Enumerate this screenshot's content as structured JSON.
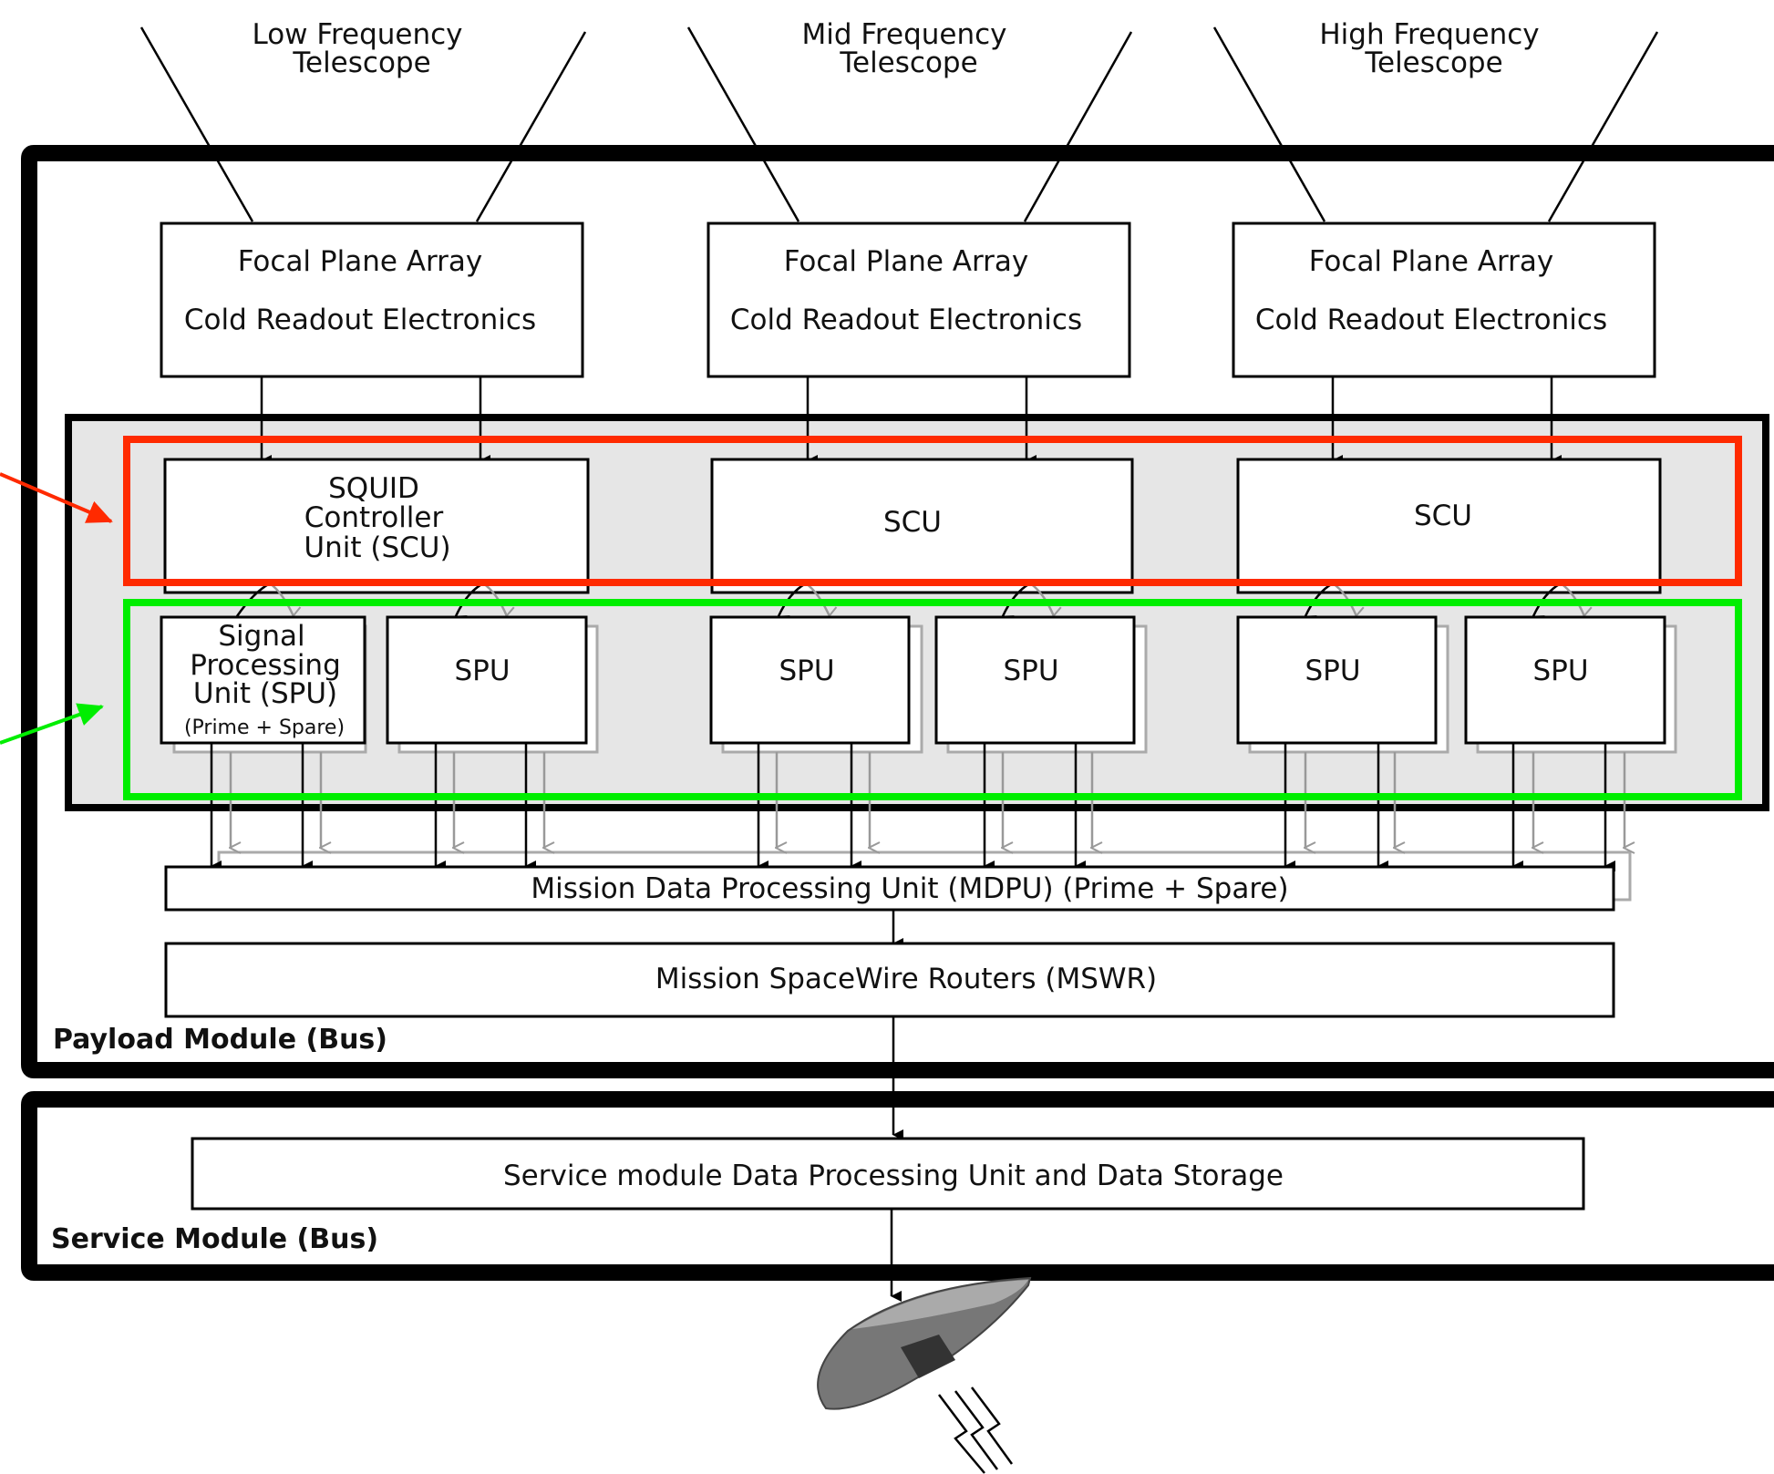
{
  "telescopes": [
    {
      "line1": "Low Frequency",
      "line2": "Telescope"
    },
    {
      "line1": "Mid Frequency",
      "line2": "Telescope"
    },
    {
      "line1": "High Frequency",
      "line2": "Telescope"
    }
  ],
  "fpa": {
    "title": "Focal Plane Array",
    "subtitle": "Cold Readout Electronics"
  },
  "scu": {
    "full_lines": [
      "SQUID",
      "Controller",
      "Unit (SCU)"
    ],
    "short": "SCU"
  },
  "spu": {
    "full_lines": [
      "Signal",
      "Processing",
      "Unit (SPU)",
      "(Prime + Spare)"
    ],
    "short": "SPU"
  },
  "mdpu": {
    "label": "Mission Data Processing Unit (MDPU) (Prime + Spare)"
  },
  "mswr": {
    "label": "Mission SpaceWire Routers (MSWR)"
  },
  "payload_module": {
    "label": "Payload Module (Bus)"
  },
  "service_module": {
    "label": "Service Module (Bus)"
  },
  "storage": {
    "label": "Service module Data Processing Unit and Data Storage"
  },
  "colors": {
    "scu_highlight": "#ff2a00",
    "spu_highlight": "#00ee00",
    "inner_panel": "#e6e6e6",
    "secondary_line": "#999999"
  }
}
